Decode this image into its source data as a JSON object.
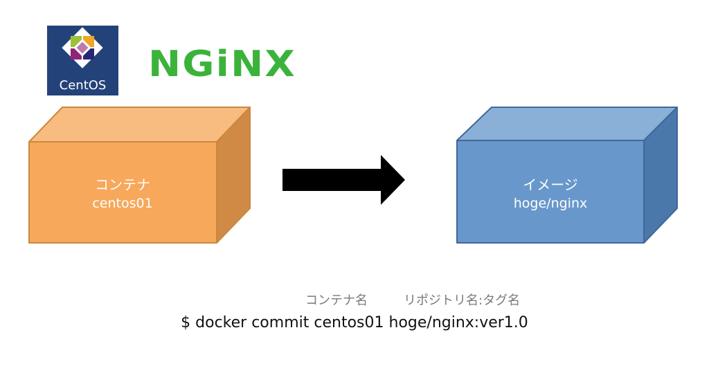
{
  "logos": {
    "centos": {
      "text": "CentOS"
    },
    "nginx": {
      "text": "NGiNX"
    }
  },
  "container_box": {
    "label": "コンテナ",
    "name": "centos01",
    "colors": {
      "front": "#f7a85a",
      "top": "#f9bc80",
      "side": "#d08a45",
      "stroke": "#c9883e"
    }
  },
  "image_box": {
    "label": "イメージ",
    "name": "hoge/nginx",
    "colors": {
      "front": "#6898cb",
      "top": "#8ab0d8",
      "side": "#4a78ab",
      "stroke": "#41679a"
    }
  },
  "annotations": {
    "container_name": "コンテナ名",
    "repo_tag": "リポジトリ名:タグ名"
  },
  "command": {
    "prefix": "$ docker commit",
    "container": "centos01",
    "image": "hoge/nginx:ver1.0"
  }
}
